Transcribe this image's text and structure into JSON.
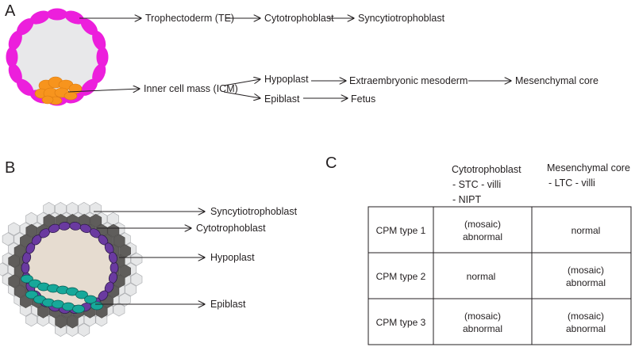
{
  "colors": {
    "trophectoderm": "#ec1fdc",
    "icm": "#f7941d",
    "blastocoel": "#e8e8ea",
    "syncytiotrophoblast_cells": "#e6e7e8",
    "cytotrophoblast_cells": "#5f5d5b",
    "hypoplast": "#6a3aa0",
    "epiblast": "#17a89a",
    "cavity": "#e6dcd0",
    "abnormal_text": "#c1272d",
    "normal_text": "#2e7d32"
  },
  "panel_a": {
    "letter": "A",
    "te_label": "Trophectoderm (TE)",
    "te_chain": [
      "Cytotrophoblast",
      "Syncytiotrophoblast"
    ],
    "icm_label": "Inner cell mass (ICM)",
    "hypoplast": "Hypoplast",
    "hypoplast_chain": [
      "Extraembryonic mesoderm",
      "Mesenchymal core"
    ],
    "epiblast": "Epiblast",
    "epiblast_chain": [
      "Fetus"
    ]
  },
  "panel_b": {
    "letter": "B",
    "labels": [
      "Syncytiotrophoblast",
      "Cytotrophoblast",
      "Hypoplast",
      "Epiblast"
    ]
  },
  "panel_c": {
    "letter": "C",
    "col1_title": "Cytotrophoblast",
    "col1_lines": [
      "- STC - villi",
      "- NIPT"
    ],
    "col2_title": "Mesenchymal core",
    "col2_lines": [
      "- LTC - villi"
    ],
    "rows": [
      {
        "label": "CPM type 1",
        "cyto": {
          "lines": [
            "(mosaic)",
            "abnormal"
          ],
          "status": "abnormal"
        },
        "mesen": {
          "lines": [
            "normal"
          ],
          "status": "normal"
        }
      },
      {
        "label": "CPM type 2",
        "cyto": {
          "lines": [
            "normal"
          ],
          "status": "normal"
        },
        "mesen": {
          "lines": [
            "(mosaic)",
            "abnormal"
          ],
          "status": "abnormal"
        }
      },
      {
        "label": "CPM type 3",
        "cyto": {
          "lines": [
            "(mosaic)",
            "abnormal"
          ],
          "status": "abnormal"
        },
        "mesen": {
          "lines": [
            "(mosaic)",
            "abnormal"
          ],
          "status": "abnormal"
        }
      }
    ]
  }
}
